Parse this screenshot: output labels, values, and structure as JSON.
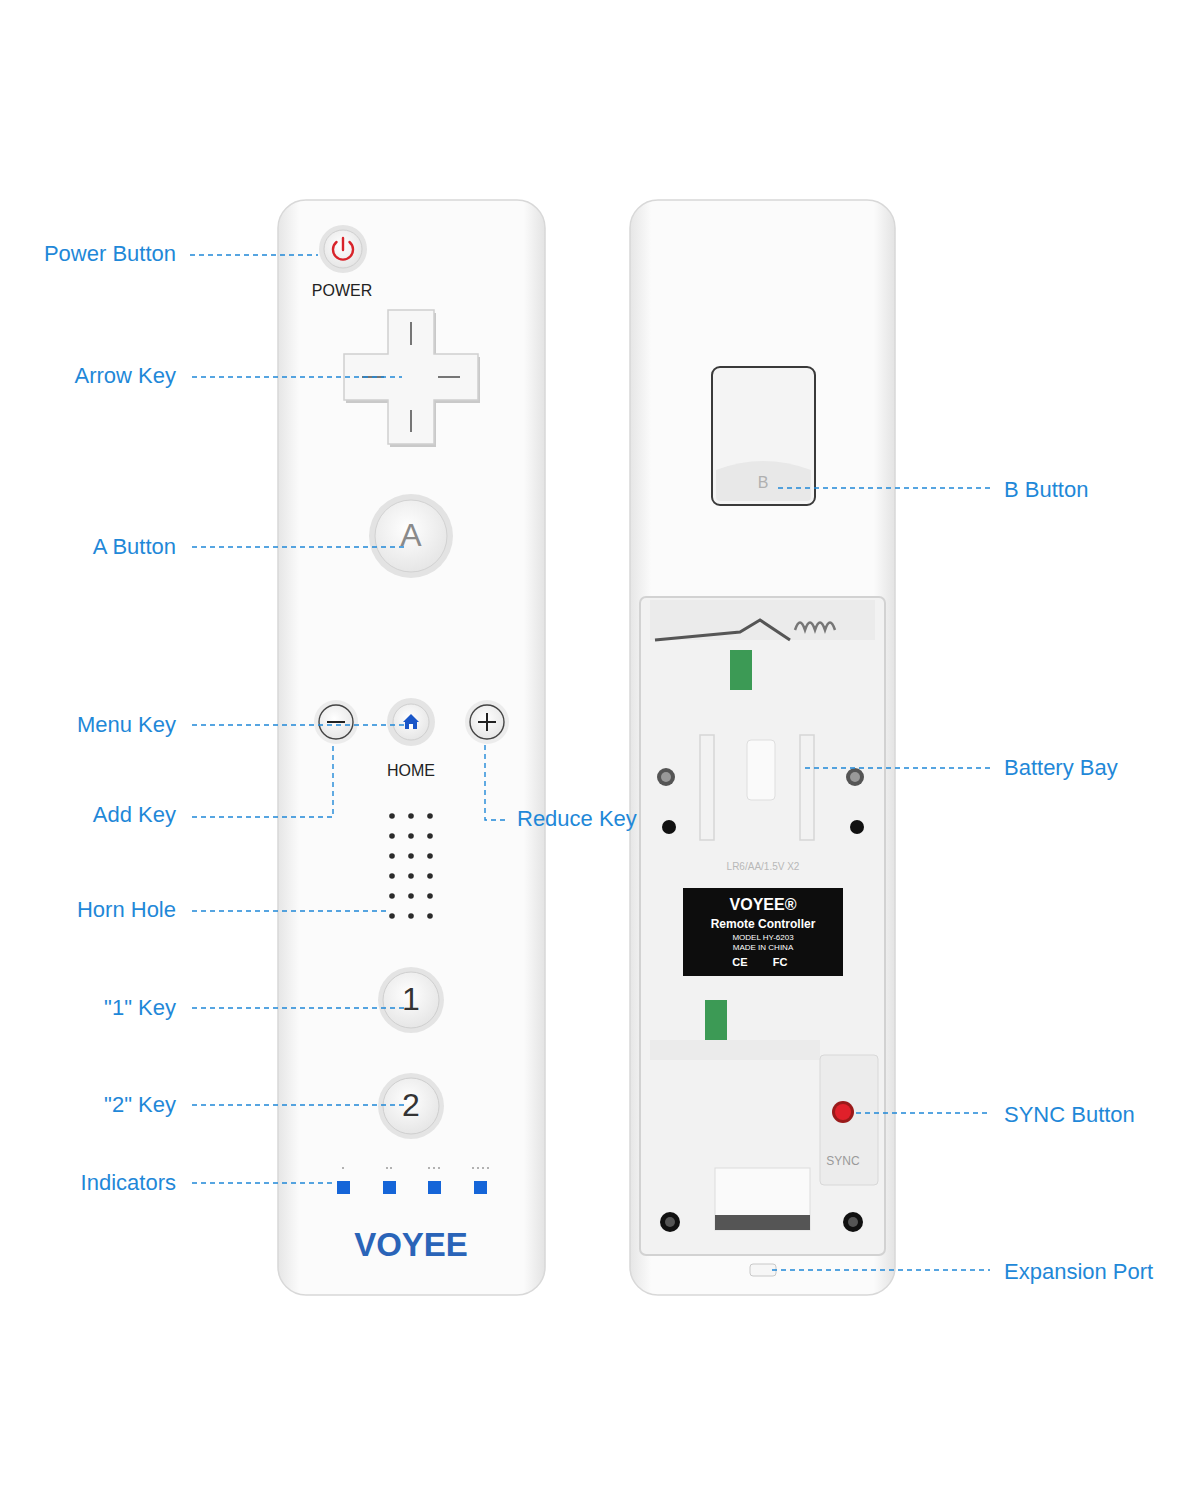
{
  "diagram": {
    "labels": [
      "Power Button",
      "Arrow Key",
      "A Button",
      "Menu Key",
      "Add Key",
      "Reduce Key",
      "Horn Hole",
      "\"1\" Key",
      "\"2\" Key",
      "Indicators",
      "B Button",
      "Battery Bay",
      "SYNC Button",
      "Expansion Port",
      "POWER",
      "A",
      "HOME",
      "1",
      "2",
      "VOYEE",
      "B",
      "LR6/AA/1.5V X2",
      "VOYEE®",
      "Remote Controller",
      "MODEL HY-6203",
      "MADE IN CHINA",
      "CE",
      "FC",
      "SYNC"
    ]
  }
}
